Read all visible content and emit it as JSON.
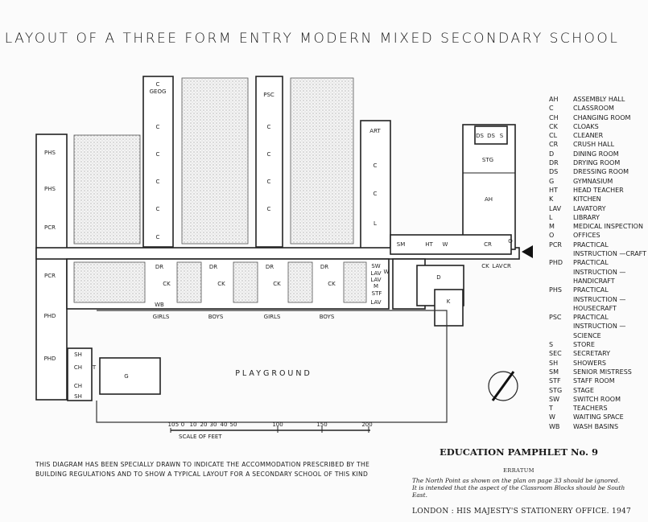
{
  "title": "LAYOUT OF A THREE FORM ENTRY MODERN MIXED SECONDARY SCHOOL",
  "plan": {
    "labels": [
      "C",
      "GEOG",
      "PSC",
      "ART",
      "PHS",
      "PHS",
      "PCR",
      "PCR",
      "PHD",
      "PHD",
      "SH",
      "CH",
      "T",
      "G",
      "CH",
      "SH",
      "STG",
      "DS",
      "DS",
      "S",
      "AH",
      "CR",
      "SM",
      "HT",
      "W",
      "D",
      "K",
      "STF",
      "SW",
      "LAV",
      "M",
      "LAV",
      "LAV",
      "DR",
      "CK",
      "DR",
      "CK",
      "DR",
      "CK",
      "DR",
      "CK",
      "GIRLS",
      "BOYS",
      "GIRLS",
      "BOYS",
      "PLAYGROUND",
      "C",
      "C",
      "C",
      "C",
      "C",
      "C",
      "C",
      "C",
      "C",
      "C",
      "C",
      "L",
      "CK",
      "LAV",
      "CR",
      "W",
      "O",
      "WB"
    ]
  },
  "scale": {
    "ticks": [
      "10",
      "5",
      "0",
      "10",
      "20",
      "30",
      "40",
      "50",
      "100",
      "150",
      "200"
    ],
    "label": "SCALE OF FEET"
  },
  "legend": [
    {
      "k": "AH",
      "v": "ASSEMBLY HALL"
    },
    {
      "k": "C",
      "v": "CLASSROOM"
    },
    {
      "k": "CH",
      "v": "CHANGING ROOM"
    },
    {
      "k": "CK",
      "v": "CLOAKS"
    },
    {
      "k": "CL",
      "v": "CLEANER"
    },
    {
      "k": "CR",
      "v": "CRUSH HALL"
    },
    {
      "k": "D",
      "v": "DINING ROOM"
    },
    {
      "k": "DR",
      "v": "DRYING ROOM"
    },
    {
      "k": "DS",
      "v": "DRESSING ROOM"
    },
    {
      "k": "G",
      "v": "GYMNASIUM"
    },
    {
      "k": "HT",
      "v": "HEAD TEACHER"
    },
    {
      "k": "K",
      "v": "KITCHEN"
    },
    {
      "k": "LAV",
      "v": "LAVATORY"
    },
    {
      "k": "L",
      "v": "LIBRARY"
    },
    {
      "k": "M",
      "v": "MEDICAL INSPECTION"
    },
    {
      "k": "O",
      "v": "OFFICES"
    },
    {
      "k": "PCR",
      "v": "PRACTICAL INSTRUCTION —CRAFT"
    },
    {
      "k": "PHD",
      "v": "PRACTICAL INSTRUCTION —HANDICRAFT"
    },
    {
      "k": "PHS",
      "v": "PRACTICAL INSTRUCTION —HOUSECRAFT"
    },
    {
      "k": "PSC",
      "v": "PRACTICAL INSTRUCTION —SCIENCE"
    },
    {
      "k": "S",
      "v": "STORE"
    },
    {
      "k": "SEC",
      "v": "SECRETARY"
    },
    {
      "k": "SH",
      "v": "SHOWERS"
    },
    {
      "k": "SM",
      "v": "SENIOR MISTRESS"
    },
    {
      "k": "STF",
      "v": "STAFF ROOM"
    },
    {
      "k": "STG",
      "v": "STAGE"
    },
    {
      "k": "SW",
      "v": "SWITCH ROOM"
    },
    {
      "k": "T",
      "v": "TEACHERS"
    },
    {
      "k": "W",
      "v": "WAITING SPACE"
    },
    {
      "k": "WB",
      "v": "WASH BASINS"
    }
  ],
  "note": [
    "THIS DIAGRAM HAS BEEN SPECIALLY DRAWN TO INDICATE THE ACCOMMODATION PRESCRIBED BY THE",
    "BUILDING REGULATIONS AND TO SHOW A TYPICAL LAYOUT FOR A SECONDARY SCHOOL OF THIS KIND"
  ],
  "pamphlet": {
    "title": "EDUCATION PAMPHLET No. 9",
    "erratum": "ERRATUM",
    "text": "The North Point as shown on the plan on page 33 should be ignored.  It is intended that the aspect of the Classroom Blocks should be South East.",
    "publisher": "LONDON : HIS MAJESTY'S STATIONERY OFFICE. 1947"
  }
}
